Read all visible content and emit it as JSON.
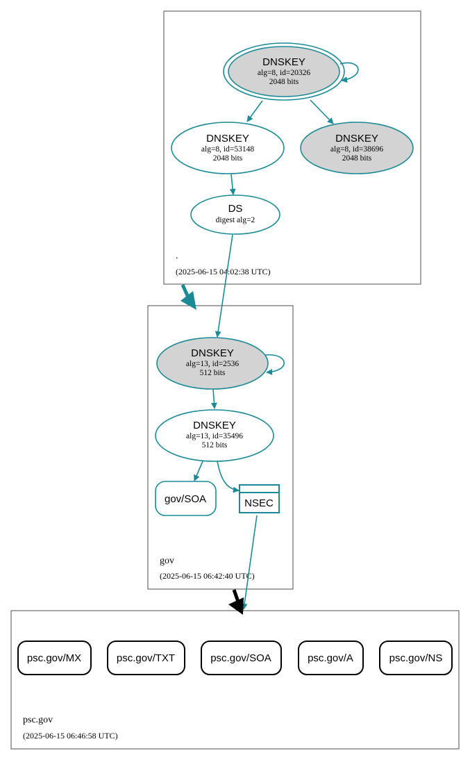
{
  "zones": {
    "root": {
      "name": ".",
      "timestamp": "(2025-06-15 04:02:38 UTC)"
    },
    "gov": {
      "name": "gov",
      "timestamp": "(2025-06-15 06:42:40 UTC)"
    },
    "psc": {
      "name": "psc.gov",
      "timestamp": "(2025-06-15 06:46:58 UTC)"
    }
  },
  "nodes": {
    "root_ksk": {
      "type": "DNSKEY",
      "detail": "alg=8, id=20326",
      "size": "2048 bits"
    },
    "root_zsk1": {
      "type": "DNSKEY",
      "detail": "alg=8, id=53148",
      "size": "2048 bits"
    },
    "root_zsk2": {
      "type": "DNSKEY",
      "detail": "alg=8, id=38696",
      "size": "2048 bits"
    },
    "gov_ds": {
      "type": "DS",
      "detail": "digest alg=2"
    },
    "gov_ksk": {
      "type": "DNSKEY",
      "detail": "alg=13, id=2536",
      "size": "512 bits"
    },
    "gov_zsk": {
      "type": "DNSKEY",
      "detail": "alg=13, id=35496",
      "size": "512 bits"
    },
    "gov_soa": {
      "label": "gov/SOA"
    },
    "gov_nsec": {
      "label": "NSEC"
    }
  },
  "psc_records": [
    "psc.gov/MX",
    "psc.gov/TXT",
    "psc.gov/SOA",
    "psc.gov/A",
    "psc.gov/NS"
  ],
  "colors": {
    "edge": "#1a8a96",
    "trust_anchor_fill": "#d3d3d3",
    "zone_border": "#4d4d4d",
    "delegation_root_gov": "#1a8a96",
    "delegation_gov_psc": "#000000"
  }
}
